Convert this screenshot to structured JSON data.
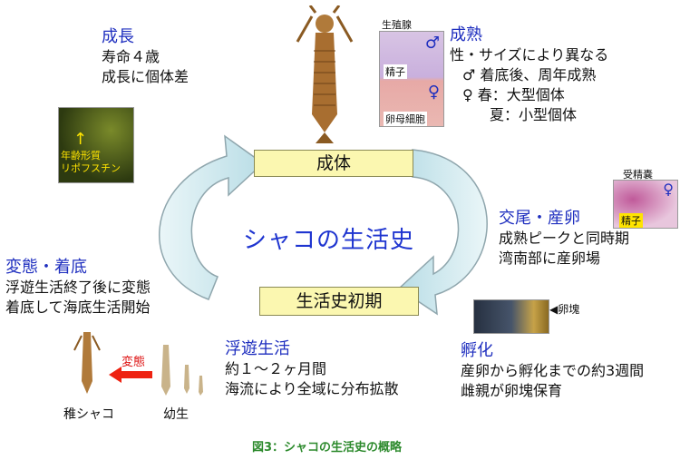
{
  "growth": {
    "heading": "成長",
    "line1": "寿命４歳",
    "line2": "成長に個体差"
  },
  "growth_photo_label": "年齢形質\nリポフスチン",
  "maturation": {
    "heading": "成熟",
    "line1": "性・サイズにより異なる",
    "line2": "♂ 着底後、周年成熟",
    "line3": "♀ 春：大型個体",
    "line4": "夏：小型個体"
  },
  "gonad_photo": {
    "label_top": "生殖腺",
    "label_sperm": "精子",
    "label_egg": "卵母細胞",
    "male_symbol": "♂",
    "female_symbol": "♀"
  },
  "mating": {
    "heading": "交尾・産卵",
    "line1": "成熟ピークと同時期",
    "line2": "湾南部に産卵場"
  },
  "receptacle_photo": {
    "label_top": "受精嚢",
    "label_sperm": "精子",
    "female_symbol": "♀"
  },
  "hatching": {
    "heading": "孵化",
    "line1": "産卵から孵化までの約3週間",
    "line2": "雌親が卵塊保育"
  },
  "egg_mass_label": "卵塊",
  "planktonic": {
    "heading": "浮遊生活",
    "line1": "約１～２ヶ月間",
    "line2": "海流により全域に分布拡散"
  },
  "metamorphosis": {
    "heading": "変態・着底",
    "line1": "浮遊生活終了後に変態",
    "line2": "着底して海底生活開始"
  },
  "juvenile_labels": {
    "arrow_label": "変態",
    "juvenile": "稚シャコ",
    "larva": "幼生"
  },
  "boxes": {
    "adult": "成体",
    "early": "生活史初期"
  },
  "center_title": "シャコの生活史",
  "caption": "図3：シャコの生活史の概略",
  "colors": {
    "heading": "#1f2fbf",
    "box_fill": "#fbf7b0",
    "arrow_fill": "#cfeaf0",
    "caption": "#2e8b2e"
  }
}
